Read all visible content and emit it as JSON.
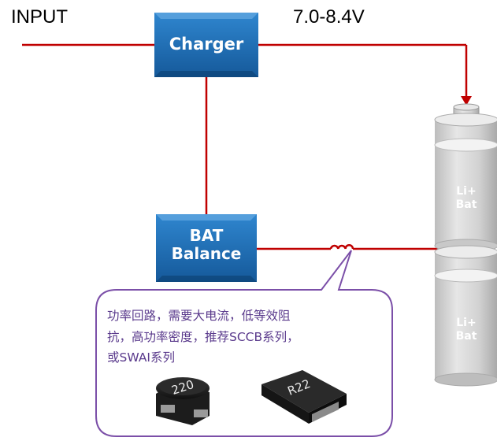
{
  "labels": {
    "input": "INPUT",
    "voltage": "7.0-8.4V",
    "charger": "Charger",
    "bat_balance_line1": "BAT",
    "bat_balance_line2": "Balance",
    "battery_top": "Li+\nBat",
    "battery_bottom": "Li+\nBat"
  },
  "callout": {
    "line1": "功率回路，需要大电流，低等效阻",
    "line2": "抗，高功率密度，推荐SCCB系列，",
    "line3": "或SWAI系列"
  },
  "colors": {
    "wire": "#c00000",
    "box_fill": "#1a6fb5",
    "callout_border": "#7b4fa8",
    "callout_text": "#5a3a8c",
    "battery": "#d6d6d6"
  },
  "icons": [
    "inductor-symbol",
    "inductor-220-component",
    "inductor-r22-component"
  ]
}
